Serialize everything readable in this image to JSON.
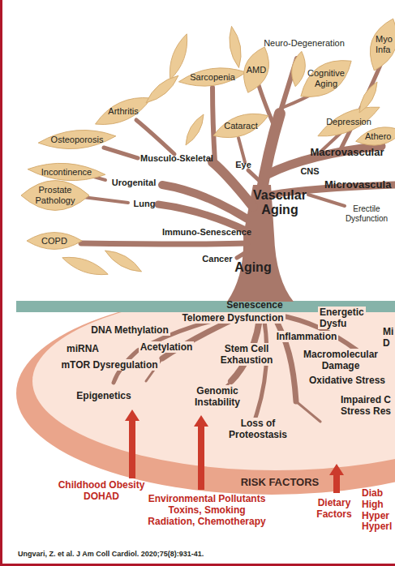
{
  "diagram": {
    "caption": "Ungvari, Z. et al. J Am Coll Cardiol. 2020;75(8):931-41.",
    "labels": [
      "Neuro-Degeneration",
      "Myo Infa",
      "Sarcopenia",
      "AMD",
      "Cognitive Aging",
      "Arthritis",
      "Cataract",
      "Depression",
      "Athero",
      "Osteoporosis",
      "Musculo-Skeletal",
      "Eye",
      "Macrovascular",
      "CNS",
      "Microvascula",
      "Incontinence",
      "Urogenital",
      "Prostate Pathology",
      "Lung",
      "Vascular Aging",
      "Erectile Dysfunction",
      "COPD",
      "Immuno-Senescence",
      "Cancer",
      "Aging",
      "Senescence",
      "Telomere Dysfunction",
      "Energetic Dysfu",
      "DNA Methylation",
      "Inflammation",
      "Mi D",
      "Acetylation",
      "miRNA",
      "Stem Cell Exhaustion",
      "Macromolecular Damage",
      "mTOR Dysregulation",
      "Oxidative Stress",
      "Epigenetics",
      "Genomic Instability",
      "Impaired C Stress Res",
      "Loss of Proteostasis",
      "RISK FACTORS",
      "Childhood Obesity DOHAD",
      "Environmental Pollutants Toxins, Smoking Radiation, Chemotherapy",
      "Dietary Factors",
      "Diab High Hyper Hyperl"
    ]
  }
}
